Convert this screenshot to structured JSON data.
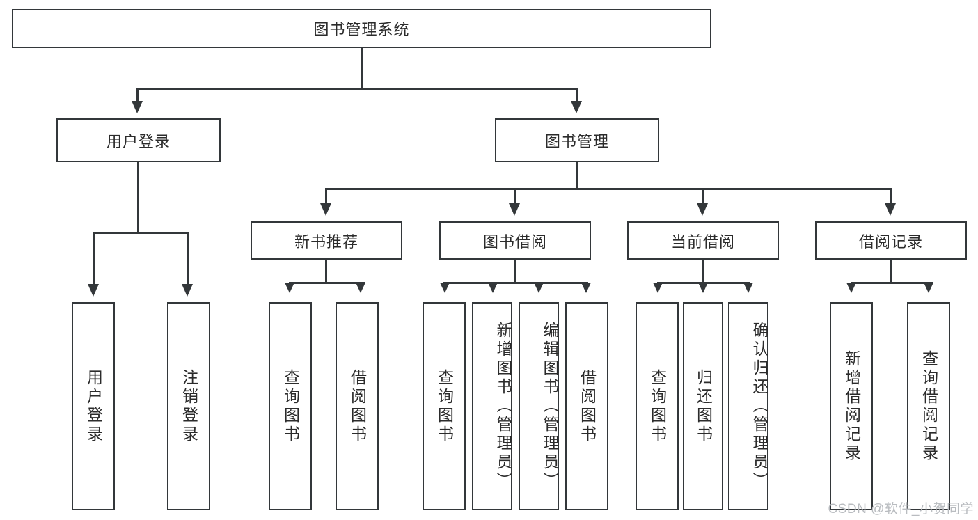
{
  "diagram": {
    "type": "tree-hierarchy",
    "title": "图书管理系统",
    "root": {
      "label": "图书管理系统"
    },
    "level2": [
      {
        "label": "用户登录"
      },
      {
        "label": "图书管理"
      }
    ],
    "level3": [
      {
        "label": "新书推荐"
      },
      {
        "label": "图书借阅"
      },
      {
        "label": "当前借阅"
      },
      {
        "label": "借阅记录"
      }
    ],
    "leaves": {
      "user_login": [
        {
          "label": "用户登录"
        },
        {
          "label": "注销登录"
        }
      ],
      "new_book_recommend": [
        {
          "label": "查询图书"
        },
        {
          "label": "借阅图书"
        }
      ],
      "book_borrow": [
        {
          "label": "查询图书"
        },
        {
          "label": "新增图书（管理员）"
        },
        {
          "label": "编辑图书（管理员）"
        },
        {
          "label": "借阅图书"
        }
      ],
      "current_borrow": [
        {
          "label": "查询图书"
        },
        {
          "label": "归还图书"
        },
        {
          "label": "确认归还（管理员）"
        }
      ],
      "borrow_record": [
        {
          "label": "新增借阅记录"
        },
        {
          "label": "查询借阅记录"
        }
      ]
    }
  },
  "watermark": {
    "text": "CSDN @软件_小贺同学"
  },
  "colors": {
    "stroke": "#33373a",
    "text": "#2b2b2b",
    "background": "#ffffff",
    "watermark": "#b9bcc0"
  }
}
